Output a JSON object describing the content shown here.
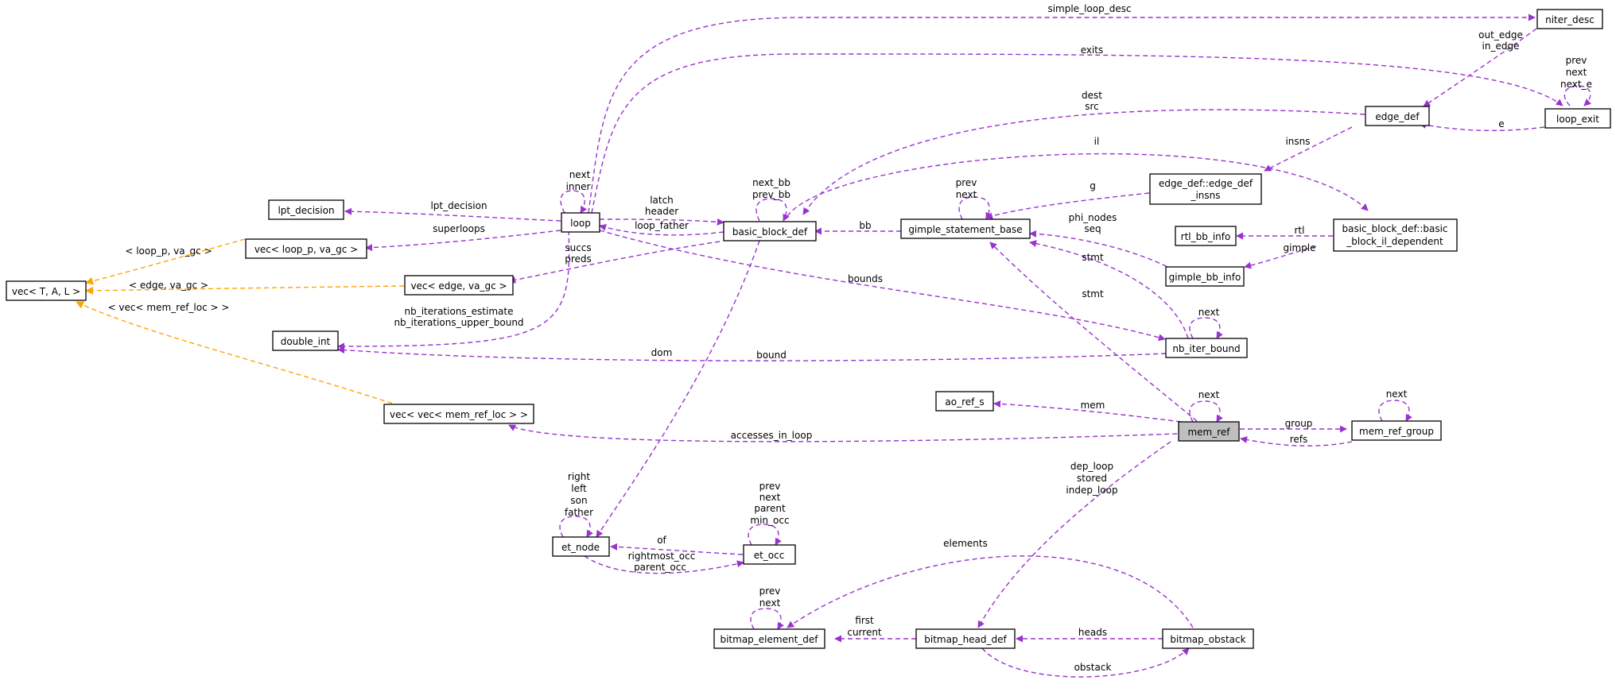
{
  "colors": {
    "member_edge": "#9a32cd",
    "template_edge": "#ffa500",
    "current_node_fill": "#bfbfbf"
  },
  "nodes": {
    "niter_desc": "niter_desc",
    "loop_exit": "loop_exit",
    "edge_def": "edge_def",
    "edge_def_insns": [
      "edge_def::edge_def",
      "_insns"
    ],
    "loop": "loop",
    "lpt_decision": "lpt_decision",
    "vec_loop_p": "vec< loop_p, va_gc >",
    "vec_T_A_L": "vec< T, A, L >",
    "vec_edge": "vec< edge, va_gc >",
    "double_int": "double_int",
    "basic_block_def": "basic_block_def",
    "gimple_statement_base": "gimple_statement_base",
    "rtl_bb_info": "rtl_bb_info",
    "bb_il_dependent": [
      "basic_block_def::basic",
      "_block_il_dependent"
    ],
    "gimple_bb_info": "gimple_bb_info",
    "nb_iter_bound": "nb_iter_bound",
    "ao_ref_s": "ao_ref_s",
    "mem_ref": "mem_ref",
    "mem_ref_group": "mem_ref_group",
    "vec_vec_mem_ref_loc": "vec< vec< mem_ref_loc > >",
    "et_node": "et_node",
    "et_occ": "et_occ",
    "bitmap_element_def": "bitmap_element_def",
    "bitmap_head_def": "bitmap_head_def",
    "bitmap_obstack": "bitmap_obstack"
  },
  "edge_labels": {
    "simple_loop_desc": "simple_loop_desc",
    "exits": "exits",
    "out_edge_in_edge": [
      "out_edge",
      "in_edge"
    ],
    "loop_exit_self": [
      "prev",
      "next",
      "next_e"
    ],
    "e": "e",
    "dest_src": [
      "dest",
      "src"
    ],
    "il": "il",
    "insns": "insns",
    "loop_self": [
      "next",
      "inner"
    ],
    "lpt_decision": "lpt_decision",
    "latch_header": [
      "latch",
      "header"
    ],
    "loop_father": "loop_father",
    "superloops": "superloops",
    "succs_preds": [
      "succs",
      "preds"
    ],
    "bb_self": [
      "next_bb",
      "prev_bb"
    ],
    "gsb_self": [
      "prev",
      "next"
    ],
    "g": "g",
    "bb": "bb",
    "phi_nodes_seq": [
      "phi_nodes",
      "seq"
    ],
    "rtl": "rtl",
    "gimple": "gimple",
    "stmt1": "stmt",
    "stmt2": "stmt",
    "bounds": "bounds",
    "nb_iterations": [
      "nb_iterations_estimate",
      "nb_iterations_upper_bound"
    ],
    "dom": "dom",
    "bound": "bound",
    "nb_iter_self": "next",
    "tpl_loop_p": "< loop_p, va_gc >",
    "tpl_edge": "< edge, va_gc >",
    "tpl_mem_ref_loc": "< vec< mem_ref_loc > >",
    "mem_ref_self": "next",
    "mem": "mem",
    "group": "group",
    "refs": "refs",
    "mem_ref_group_self": "next",
    "accesses_in_loop": "accesses_in_loop",
    "dep_loop": [
      "dep_loop",
      "stored",
      "indep_loop"
    ],
    "et_node_self": [
      "right",
      "left",
      "son",
      "father"
    ],
    "et_occ_self": [
      "prev",
      "next",
      "parent",
      "min_occ"
    ],
    "of": "of",
    "rightmost_occ": [
      "rightmost_occ",
      "parent_occ"
    ],
    "elements": "elements",
    "bed_self": [
      "prev",
      "next"
    ],
    "first_current": [
      "first",
      "current"
    ],
    "heads": "heads",
    "obstack": "obstack"
  }
}
